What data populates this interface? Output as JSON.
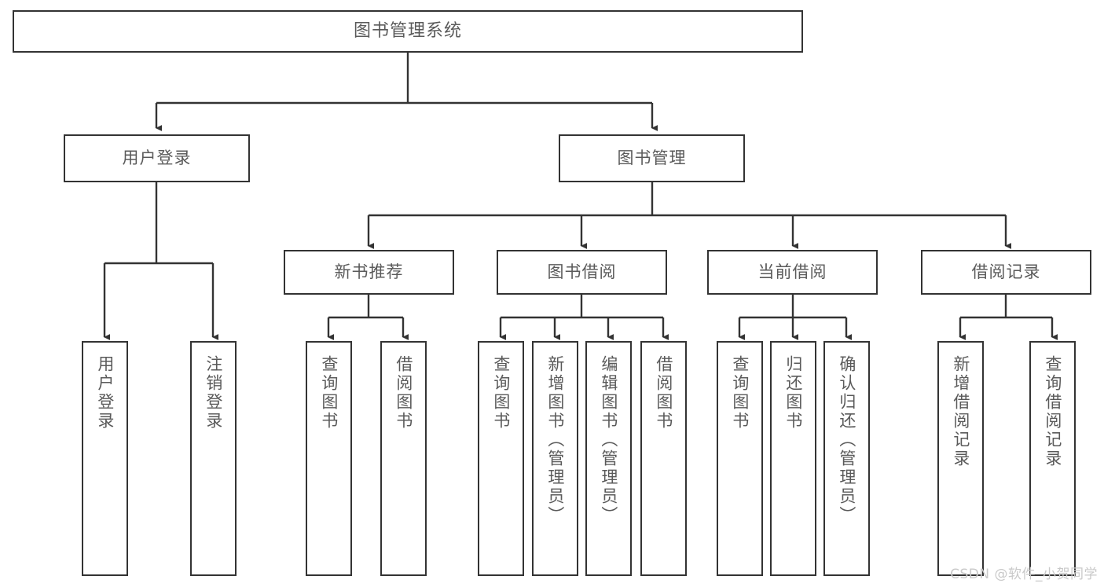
{
  "diagram": {
    "type": "tree-hierarchy-chart",
    "title": "图书管理系统",
    "watermark": "CSDN @软件_小贺同学",
    "colors": {
      "background": "#ffffff",
      "border": "#333333",
      "text": "#5a5a5a",
      "watermark": "#c9c9c9"
    }
  },
  "nodes": {
    "root": {
      "label": "图书管理系统"
    },
    "level2": [
      {
        "id": "user-login",
        "label": "用户登录"
      },
      {
        "id": "book-management",
        "label": "图书管理"
      }
    ],
    "level3": [
      {
        "id": "new-book-recommend",
        "label": "新书推荐"
      },
      {
        "id": "book-borrow",
        "label": "图书借阅"
      },
      {
        "id": "current-borrow",
        "label": "当前借阅"
      },
      {
        "id": "borrow-record",
        "label": "借阅记录"
      }
    ],
    "leaves": [
      {
        "id": "leaf-user-login",
        "label": "用户登录",
        "parent": "user-login"
      },
      {
        "id": "leaf-logout-login",
        "label": "注销登录",
        "parent": "user-login"
      },
      {
        "id": "leaf-query-book-1",
        "label": "查询图书",
        "parent": "new-book-recommend"
      },
      {
        "id": "leaf-borrow-book-1",
        "label": "借阅图书",
        "parent": "new-book-recommend"
      },
      {
        "id": "leaf-query-book-2",
        "label": "查询图书",
        "parent": "book-borrow"
      },
      {
        "id": "leaf-add-book",
        "label": "新增图书（管理员）",
        "parent": "book-borrow"
      },
      {
        "id": "leaf-edit-book",
        "label": "编辑图书（管理员）",
        "parent": "book-borrow"
      },
      {
        "id": "leaf-borrow-book-2",
        "label": "借阅图书",
        "parent": "book-borrow"
      },
      {
        "id": "leaf-query-book-3",
        "label": "查询图书",
        "parent": "current-borrow"
      },
      {
        "id": "leaf-return-book",
        "label": "归还图书",
        "parent": "current-borrow"
      },
      {
        "id": "leaf-confirm-return",
        "label": "确认归还（管理员）",
        "parent": "current-borrow"
      },
      {
        "id": "leaf-add-record",
        "label": "新增借阅记录",
        "parent": "borrow-record"
      },
      {
        "id": "leaf-query-record",
        "label": "查询借阅记录",
        "parent": "borrow-record"
      }
    ]
  }
}
